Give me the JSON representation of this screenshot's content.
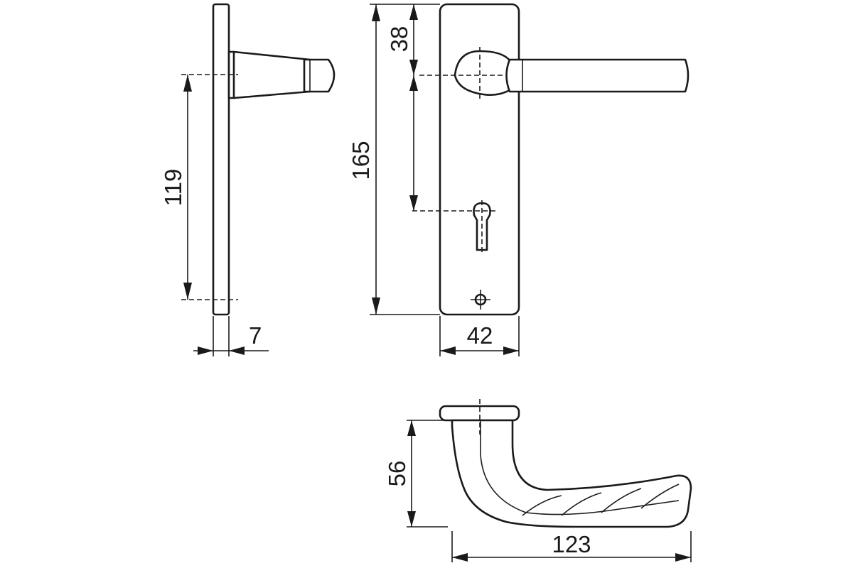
{
  "diagram": {
    "dimensions": {
      "d119": "119",
      "d7": "7",
      "d165": "165",
      "d38": "38",
      "d42": "42",
      "d56": "56",
      "d123": "123"
    },
    "colors": {
      "line": "#1a1a1a",
      "background": "#ffffff"
    }
  }
}
